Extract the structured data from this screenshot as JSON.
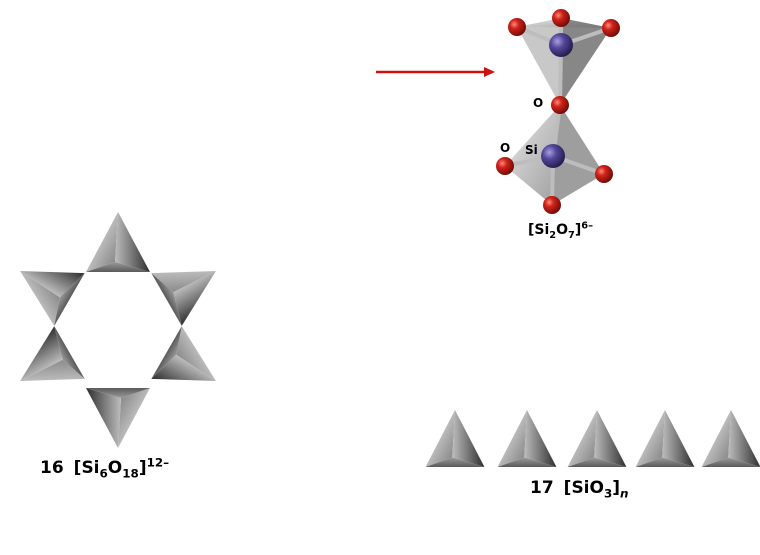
{
  "colors": {
    "arrow": "#cc1111",
    "oxygen": "#cc1b12",
    "silicon": "#4a3f86",
    "tetra_light": "#f4f4f4",
    "tetra_dark": "#3c3c3c",
    "background": "#ffffff"
  },
  "dimer": {
    "label_O_bridge": "O",
    "label_O_terminal": "O",
    "label_Si": "Si",
    "formula": {
      "open": "[Si",
      "sub1": "2",
      "mid": "O",
      "sub2": "7",
      "close": "]",
      "charge": "6–"
    }
  },
  "ring": {
    "number": "16",
    "formula": {
      "open": "[Si",
      "sub1": "6",
      "mid": "O",
      "sub2": "18",
      "close": "]",
      "charge": "12–"
    }
  },
  "chain": {
    "number": "17",
    "formula": {
      "open": "[SiO",
      "sub1": "3",
      "close": "]",
      "index": "n"
    }
  }
}
